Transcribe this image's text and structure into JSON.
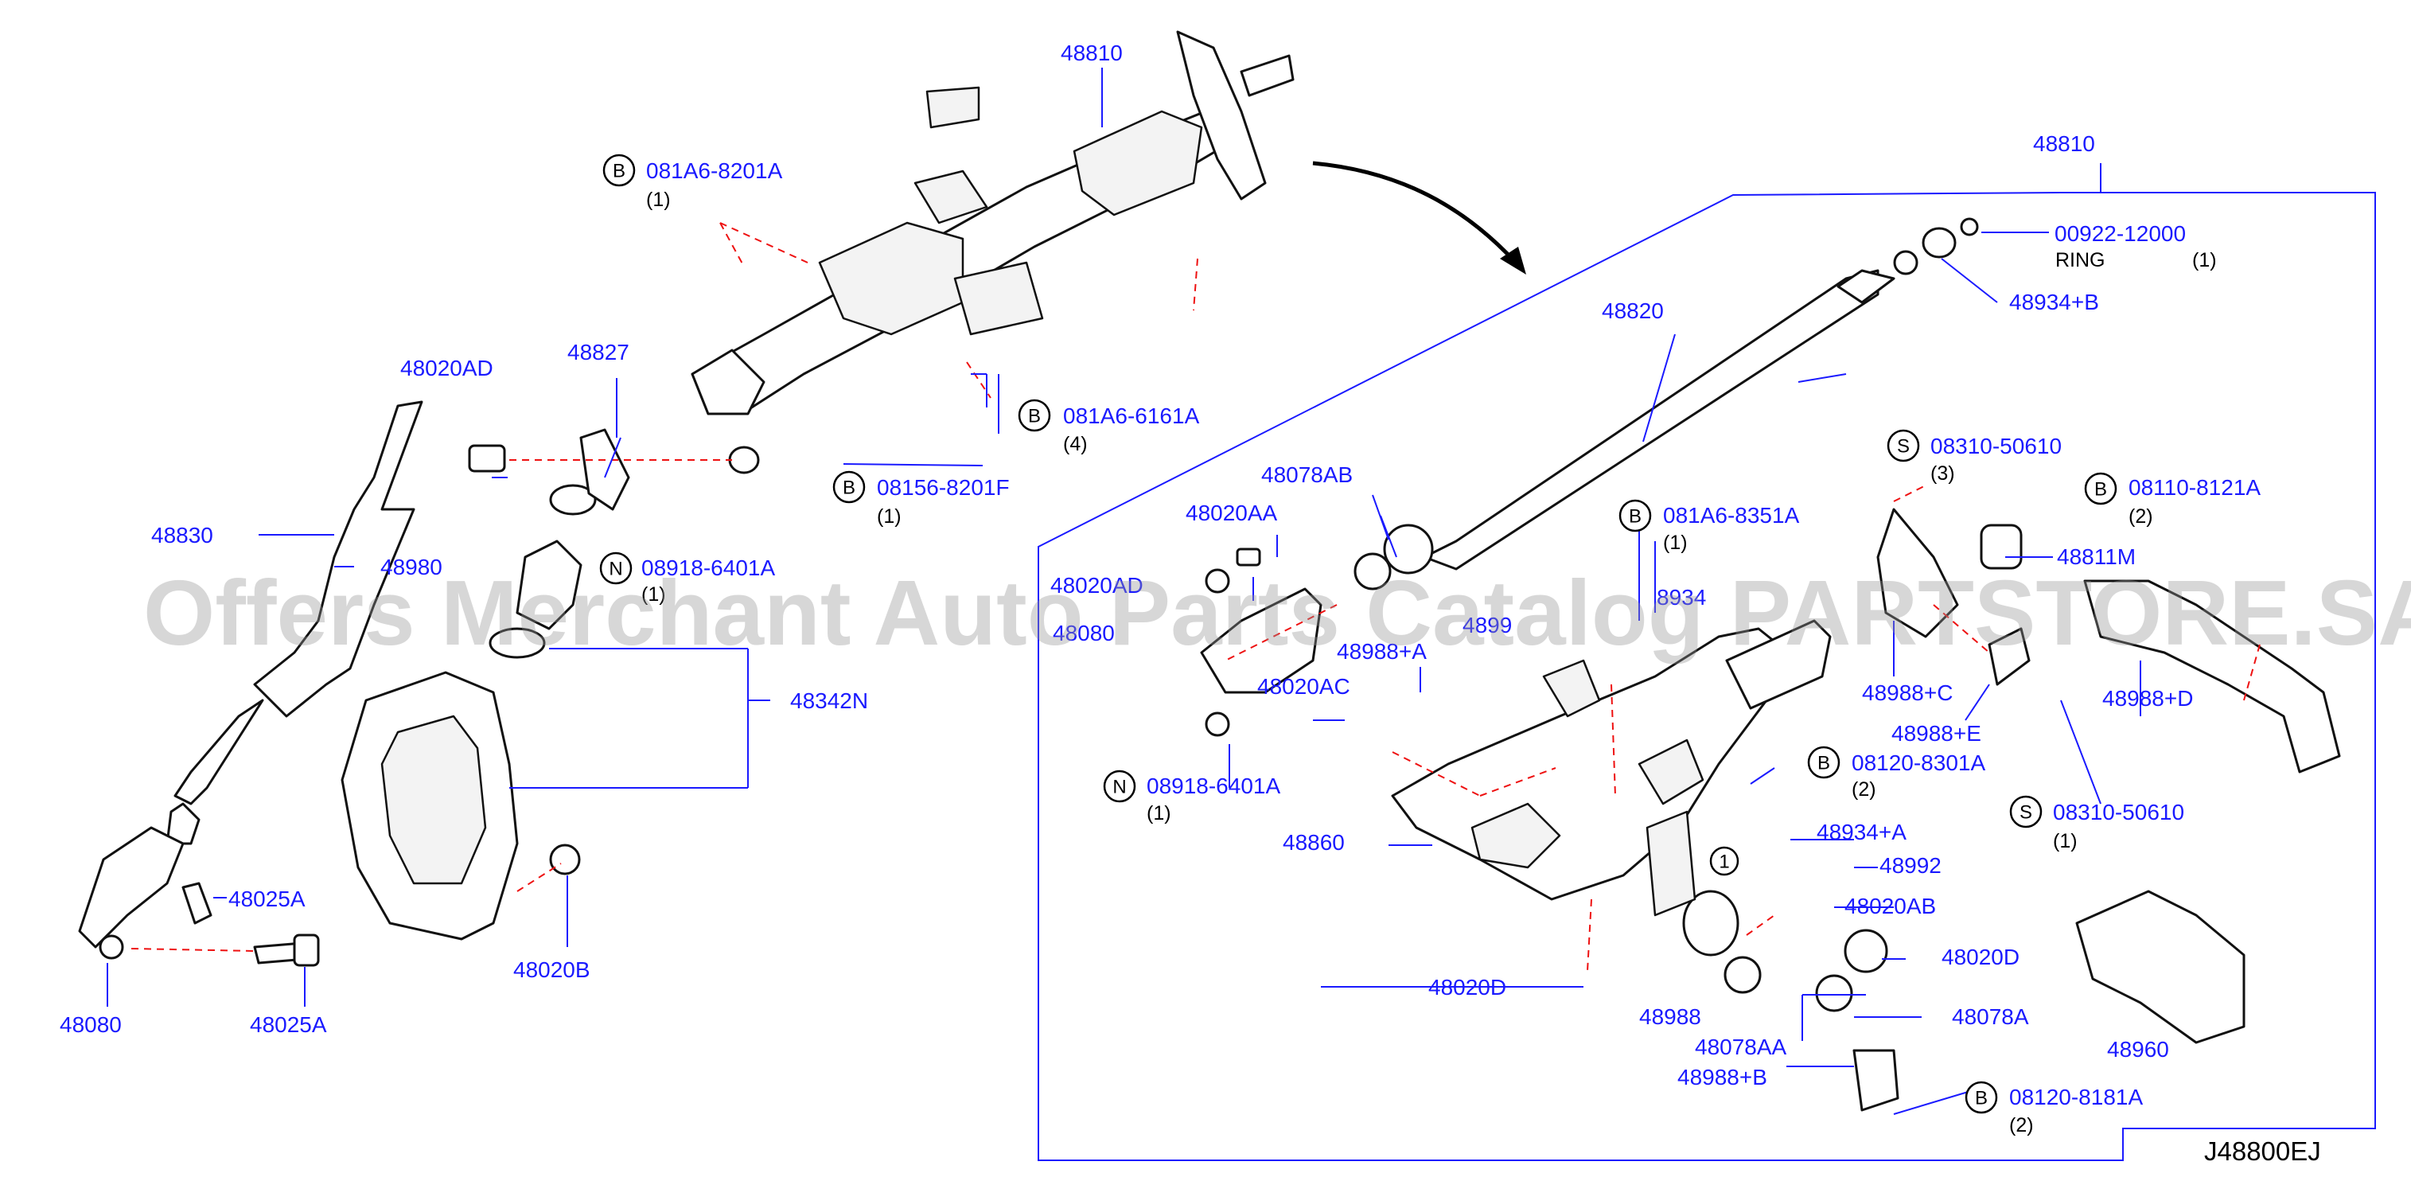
{
  "diagram": {
    "code": "J48800EJ",
    "watermark": "Offers Merchant Auto Parts Catalog PARTSTORE.SA",
    "colors": {
      "label": "#1a1aff",
      "leader": "#1a1aff",
      "dashed_guide": "#e11111",
      "watermark": "#969696"
    },
    "badges": {
      "B": "B",
      "N": "N",
      "S": "S",
      "circle_1": "1"
    },
    "labels": {
      "p48810_top": "48810",
      "b081A6_8201A": "081A6-8201A",
      "q081A6_8201A": "(1)",
      "b081A6_6161A": "081A6-6161A",
      "q081A6_6161A": "(4)",
      "b08156_8201F": "08156-8201F",
      "q08156_8201F": "(1)",
      "p48020AD_left": "48020AD",
      "p48827": "48827",
      "p48830": "48830",
      "p48980": "48980",
      "n08918_6401A_top": "08918-6401A",
      "q08918_6401A_top": "(1)",
      "p48342N": "48342N",
      "p48025A_1": "48025A",
      "p48025A_2": "48025A",
      "p48080_left": "48080",
      "p48020B": "48020B",
      "p48810_box": "48810",
      "p00922_12000": "00922-12000",
      "t_ring": "RING",
      "q00922_12000": "(1)",
      "p48934B": "48934+B",
      "p48820": "48820",
      "s08310_50610_top": "08310-50610",
      "q08310_50610_top": "(3)",
      "b08110_8121A": "08110-8121A",
      "q08110_8121A": "(2)",
      "p48078AB": "48078AB",
      "p48020AA": "48020AA",
      "b081A6_8351A": "081A6-8351A",
      "q081A6_8351A": "(1)",
      "p48811M": "48811M",
      "p48020AD_box": "48020AD",
      "p48080_box": "48080",
      "p48988A": "48988+A",
      "p4899_partial": "4899",
      "p8934_partial": "8934",
      "p48988C": "48988+C",
      "p48988D": "48988+D",
      "p48988E": "48988+E",
      "p48020AC": "48020AC",
      "b08120_8301A": "08120-8301A",
      "q08120_8301A": "(2)",
      "n08918_6401A_box": "08918-6401A",
      "q08918_6401A_box": "(1)",
      "s08310_50610_bot": "08310-50610",
      "q08310_50610_bot": "(1)",
      "p48934A": "48934+A",
      "p48860": "48860",
      "p48992": "48992",
      "p48020AB": "48020AB",
      "p48020D_right": "48020D",
      "p48020D_left": "48020D",
      "p48988": "48988",
      "p48960": "48960",
      "p48078AA": "48078AA",
      "p48078A": "48078A",
      "p48988B": "48988+B",
      "b08120_8181A": "08120-8181A",
      "q08120_8181A": "(2)"
    }
  }
}
